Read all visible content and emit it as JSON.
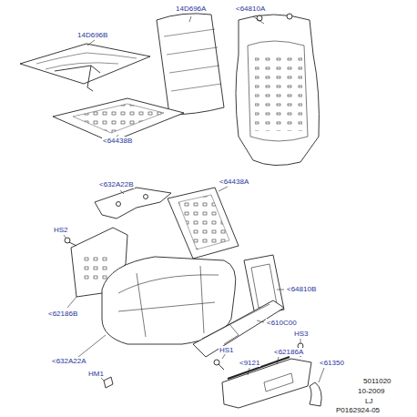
{
  "diagram": {
    "labels": [
      "14D696B",
      "14D696A",
      "<64810A",
      "<64438B",
      "<632A22B",
      "<64438A",
      "HS2",
      "<64810B",
      "<62186B",
      "<610C00",
      "HS3",
      "<632A22A",
      "HS1",
      "<62186A",
      "<9121",
      "<61350",
      "HM1",
      "5011020",
      "10-2009",
      "LJ",
      "P0162924-05"
    ]
  }
}
